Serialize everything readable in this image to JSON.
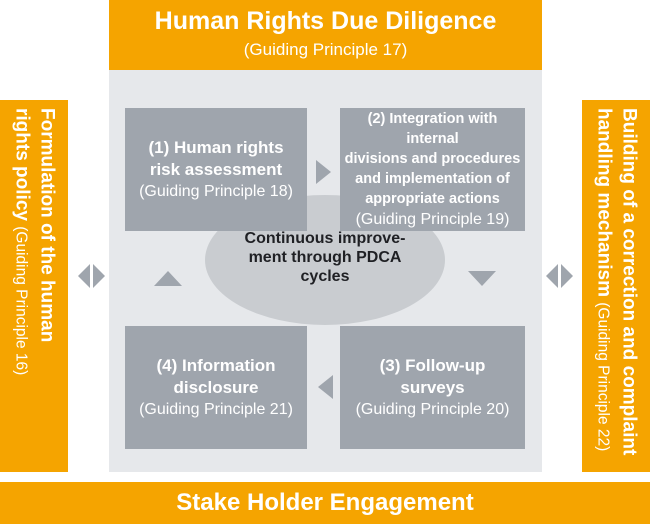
{
  "header": {
    "title": "Human Rights Due Diligence",
    "subtitle": "(Guiding Principle 17)"
  },
  "center": {
    "lines": [
      "Continuous improve-",
      "ment through PDCA",
      "cycles"
    ]
  },
  "steps": [
    {
      "title_lines": [
        "(1) Human rights",
        "risk assessment"
      ],
      "principle": "(Guiding Principle 18)"
    },
    {
      "title_lines": [
        "(2) Integration with internal",
        "divisions and procedures",
        "and implementation of",
        "appropriate actions"
      ],
      "principle": "(Guiding Principle 19)"
    },
    {
      "title_lines": [
        "(3) Follow-up",
        "surveys"
      ],
      "principle": "(Guiding Principle 20)"
    },
    {
      "title_lines": [
        "(4) Information",
        "disclosure"
      ],
      "principle": "(Guiding Principle 21)"
    }
  ],
  "left_panel": {
    "bold_lines": [
      "Formulation of the human",
      "rights policy"
    ],
    "principle": "(Guiding Principle 16)"
  },
  "right_panel": {
    "bold_lines": [
      "Building of a correction and complaint",
      "handling mechanism"
    ],
    "principle": "(Guiding Principle 22)"
  },
  "footer": {
    "title": "Stake Holder Engagement"
  },
  "colors": {
    "orange": "#f5a400",
    "panel": "#e6e8eb",
    "box": "#9fa5ad",
    "ellipse": "#c9ccd0",
    "arrow_gray": "#9fa5ad"
  },
  "icons": [
    "triangle-right-icon",
    "triangle-down-icon",
    "triangle-left-icon",
    "triangle-up-icon",
    "double-arrow-icon"
  ]
}
